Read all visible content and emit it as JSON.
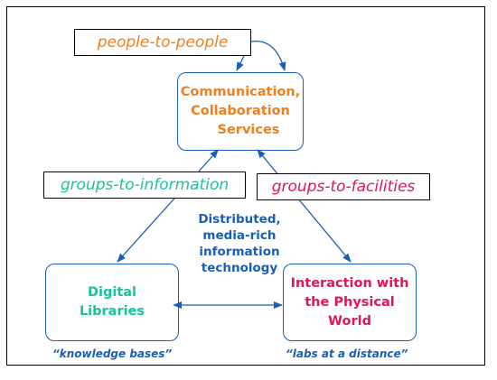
{
  "labels": {
    "people_to_people": "people-to-people",
    "groups_to_information": "groups-to-information",
    "groups_to_facilities": "groups-to-facilities"
  },
  "nodes": {
    "communication": [
      "Communication,",
      "Collaboration",
      "Services"
    ],
    "digital_libraries": [
      "Digital",
      "Libraries"
    ],
    "interaction": [
      "Interaction with",
      "the Physical",
      "World"
    ]
  },
  "center_text": [
    "Distributed,",
    "media-rich",
    "information",
    "technology"
  ],
  "captions": {
    "knowledge_bases": "“knowledge bases”",
    "labs_at_distance": "“labs at a distance”"
  },
  "colors": {
    "orange": "#f07f1d",
    "teal": "#17c49b",
    "magenta": "#e0155e",
    "blue": "#1a5fb4"
  }
}
